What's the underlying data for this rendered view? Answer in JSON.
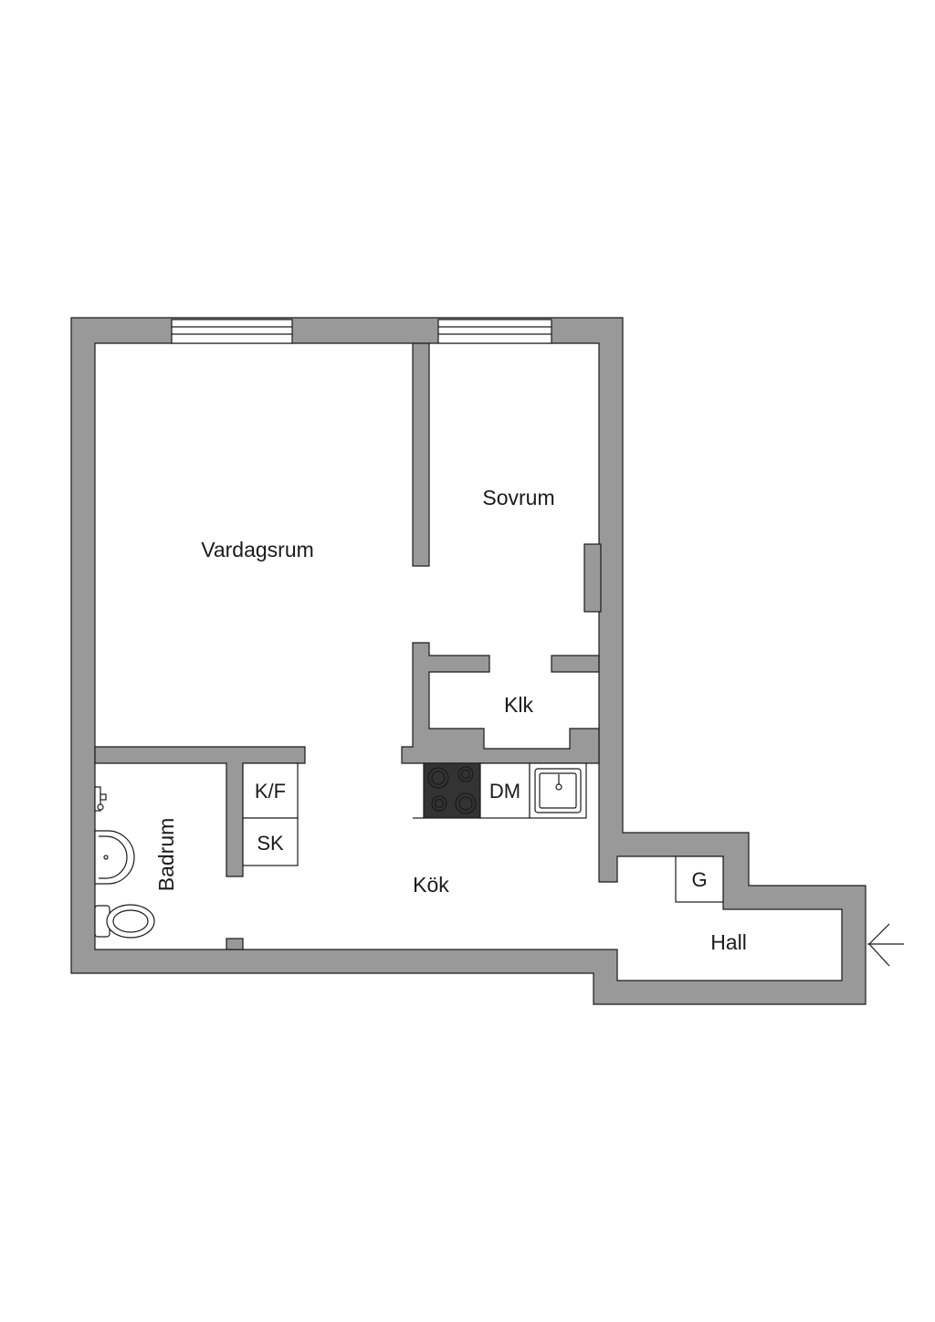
{
  "rooms": {
    "vardagsrum": "Vardagsrum",
    "sovrum": "Sovrum",
    "klk": "Klk",
    "badrum": "Badrum",
    "kok": "Kök",
    "hall": "Hall"
  },
  "appliances": {
    "kf": "K/F",
    "sk": "SK",
    "dm": "DM",
    "g": "G"
  },
  "colors": {
    "wall": "#999999",
    "line": "#1a1a1a",
    "background": "#ffffff",
    "stove": "#333333"
  },
  "icons": {
    "entrance": "arrow-left-icon"
  }
}
